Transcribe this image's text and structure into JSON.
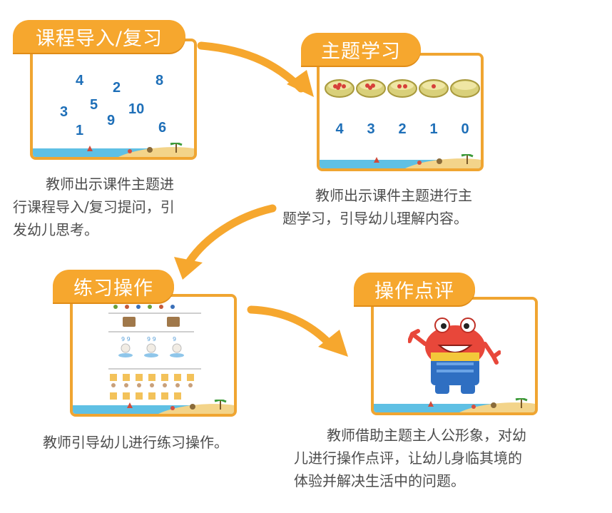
{
  "steps": [
    {
      "title": "课程导入/复习",
      "caption": [
        "教师出示课件主题进",
        "行课程导入/复习提问，引",
        "发幼儿思考。"
      ],
      "numbers": [
        "4",
        "2",
        "8",
        "3",
        "5",
        "10",
        "9",
        "1",
        "6"
      ]
    },
    {
      "title": "主题学习",
      "caption": [
        "教师出示课件主题进行主",
        "题学习，引导幼儿理解内容。"
      ],
      "numbers": [
        "4",
        "3",
        "2",
        "1",
        "0"
      ]
    },
    {
      "title": "练习操作",
      "caption": [
        "教师引导幼儿进行练习操作。"
      ]
    },
    {
      "title": "操作点评",
      "caption": [
        "教师借助主题主人公形象，对幼",
        "儿进行操作点评，让幼儿身临其境的",
        "体验并解决生活中的问题。"
      ]
    }
  ],
  "colors": {
    "accent": "#f6a72e",
    "number": "#1e6fb8",
    "caption": "#4d4d4d"
  }
}
